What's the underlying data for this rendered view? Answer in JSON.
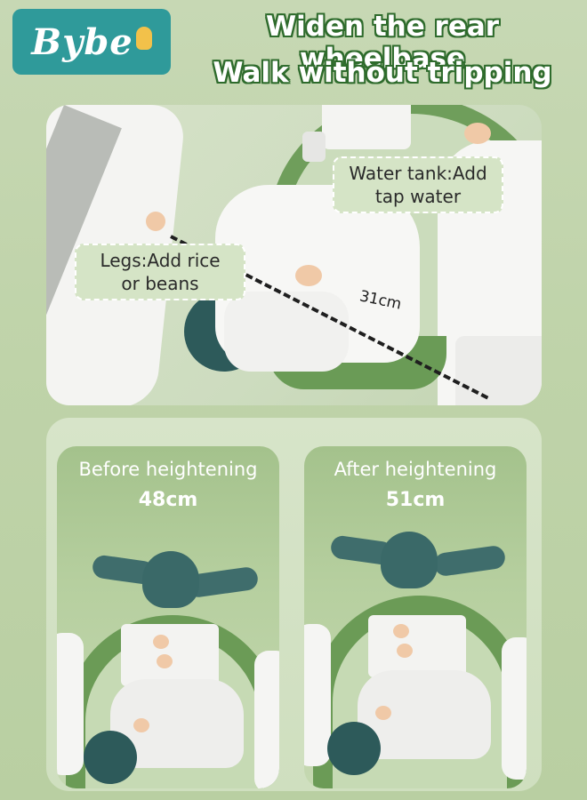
{
  "brand": {
    "logo_text": "Bybe",
    "logo_bg": "#2f9a9a",
    "logo_mark_color": "#f2c14a"
  },
  "headline": {
    "line1": "Widen the rear wheelbase",
    "line2": "Walk without tripping",
    "text_color": "#ffffff",
    "outline_color": "#2e6b2c"
  },
  "top_photo": {
    "water_tank_callout": [
      "Water tank:Add",
      "tap water"
    ],
    "legs_callout": [
      "Legs:Add rice",
      "or beans"
    ],
    "wheelbase_label": "31cm"
  },
  "comparison": {
    "before": {
      "title": "Before heightening",
      "value": "48cm"
    },
    "after": {
      "title": "After heightening",
      "value": "51cm"
    }
  },
  "colors": {
    "product_green": "#6b9b56",
    "handle_teal": "#3f6d6c",
    "knob_peach": "#f0c9a7"
  }
}
